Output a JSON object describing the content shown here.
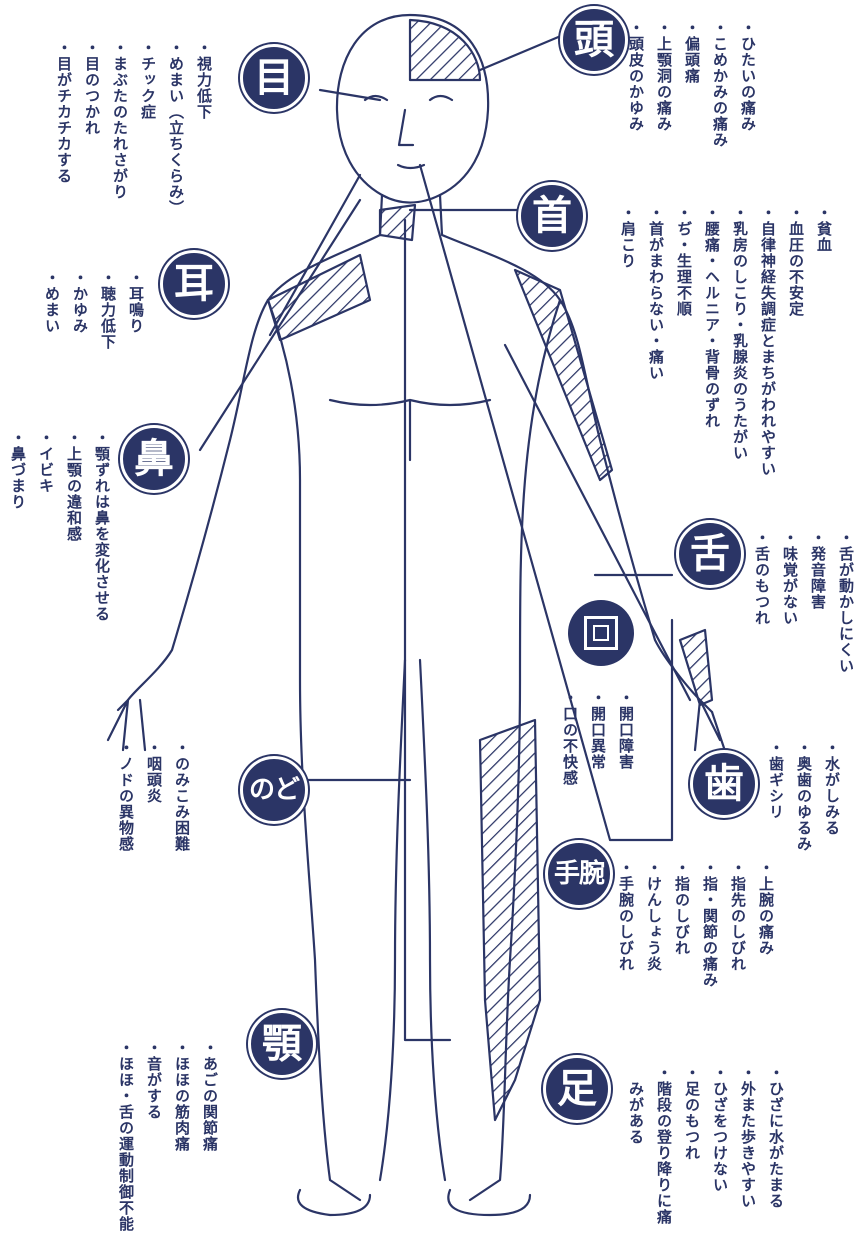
{
  "badges": {
    "head": "頭",
    "eye": "目",
    "neck": "首",
    "ear": "耳",
    "nose": "鼻",
    "tongue": "舌",
    "teeth": "歯",
    "throat": "のど",
    "wrist": "手腕",
    "jaw": "顎",
    "leg": "足"
  },
  "lists": {
    "head": [
      "・ひたいの痛み",
      "・こめかみの痛み",
      "・偏頭痛",
      "・上顎洞の痛み",
      "・頭皮のかゆみ"
    ],
    "eye": [
      "・視力低下",
      "・めまい（立ちくらみ）",
      "・チック症",
      "・まぶたのたれさがり",
      "・目のつかれ",
      "・目がチカチカする"
    ],
    "neck": [
      "・貧血",
      "・血圧の不安定",
      "・自律神経失調症とまちがわれやすい",
      "・乳房のしこり・乳腺炎のうたがい",
      "・腰痛・ヘルニア・背骨のずれ",
      "・ぢ・生理不順",
      "・首がまわらない・痛い",
      "・肩こり"
    ],
    "ear": [
      "・耳鳴り",
      "・聴力低下",
      "・かゆみ",
      "・めまい"
    ],
    "nose": [
      "・顎ずれは鼻を変化させる",
      "・上顎の違和感",
      "・イビキ",
      "・鼻づまり"
    ],
    "tongue": [
      "・舌が動かしにくい",
      "・発音障害",
      "・味覚がない",
      "・舌のもつれ"
    ],
    "mouth": [
      "・開口障害",
      "・開口異常",
      "・口の不快感"
    ],
    "teeth": [
      "・水がしみる",
      "・奥歯のゆるみ",
      "・歯ギシリ"
    ],
    "throat": [
      "・のみこみ困難",
      "・咽頭炎",
      "・ノドの異物感"
    ],
    "wrist": [
      "・上腕の痛み",
      "・指先のしびれ",
      "・指・関節の痛み",
      "・指のしびれ",
      "・けんしょう炎",
      "・手腕のしびれ"
    ],
    "jaw": [
      "・あごの関節痛",
      "・ほほの筋肉痛",
      "・音がする",
      "・ほほ・舌の運動制御不能"
    ],
    "leg": [
      "・ひざに水がたまる",
      "・外また歩きやすい",
      "・ひざをつけない",
      "・足のもつれ",
      "・階段の登り降りに痛",
      "　みがある"
    ]
  },
  "colors": {
    "ink": "#2b3566",
    "paper": "#ffffff"
  }
}
